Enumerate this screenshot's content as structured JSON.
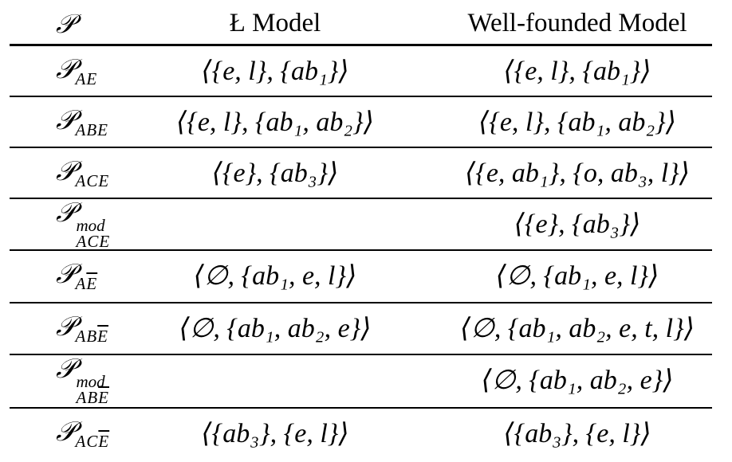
{
  "table": {
    "headers": {
      "program": "𝒫",
      "l_model": "Ł Model",
      "wf_model": "Well-founded Model"
    },
    "rows": [
      {
        "program": {
          "base": "𝒫",
          "sub": "AE",
          "sub_overline": "",
          "sup": ""
        },
        "l_model": "⟨{e, l}, {ab₁}⟩",
        "wf_model": "⟨{e, l}, {ab₁}⟩"
      },
      {
        "program": {
          "base": "𝒫",
          "sub": "ABE",
          "sub_overline": "",
          "sup": ""
        },
        "l_model": "⟨{e, l}, {ab₁, ab₂}⟩",
        "wf_model": "⟨{e, l}, {ab₁, ab₂}⟩"
      },
      {
        "program": {
          "base": "𝒫",
          "sub": "ACE",
          "sub_overline": "",
          "sup": ""
        },
        "l_model": "⟨{e}, {ab₃}⟩",
        "wf_model": "⟨{e, ab₁}, {o, ab₃, l}⟩"
      },
      {
        "program": {
          "base": "𝒫",
          "sub": "ACE",
          "sub_overline": "",
          "sup": "mod"
        },
        "l_model": "",
        "wf_model": "⟨{e}, {ab₃}⟩"
      },
      {
        "program": {
          "base": "𝒫",
          "sub": "A",
          "sub_overline": "E",
          "sup": ""
        },
        "l_model": "⟨∅, {ab₁, e, l}⟩",
        "wf_model": "⟨∅, {ab₁, e, l}⟩"
      },
      {
        "program": {
          "base": "𝒫",
          "sub": "AB",
          "sub_overline": "E",
          "sup": ""
        },
        "l_model": "⟨∅, {ab₁, ab₂, e}⟩",
        "wf_model": "⟨∅, {ab₁, ab₂, e, t, l}⟩"
      },
      {
        "program": {
          "base": "𝒫",
          "sub": "AB",
          "sub_overline": "E",
          "sup": "mod"
        },
        "l_model": "",
        "wf_model": "⟨∅, {ab₁, ab₂, e}⟩"
      },
      {
        "program": {
          "base": "𝒫",
          "sub": "AC",
          "sub_overline": "E",
          "sup": ""
        },
        "l_model": "⟨{ab₃}, {e, l}⟩",
        "wf_model": "⟨{ab₃}, {e, l}⟩"
      }
    ]
  }
}
